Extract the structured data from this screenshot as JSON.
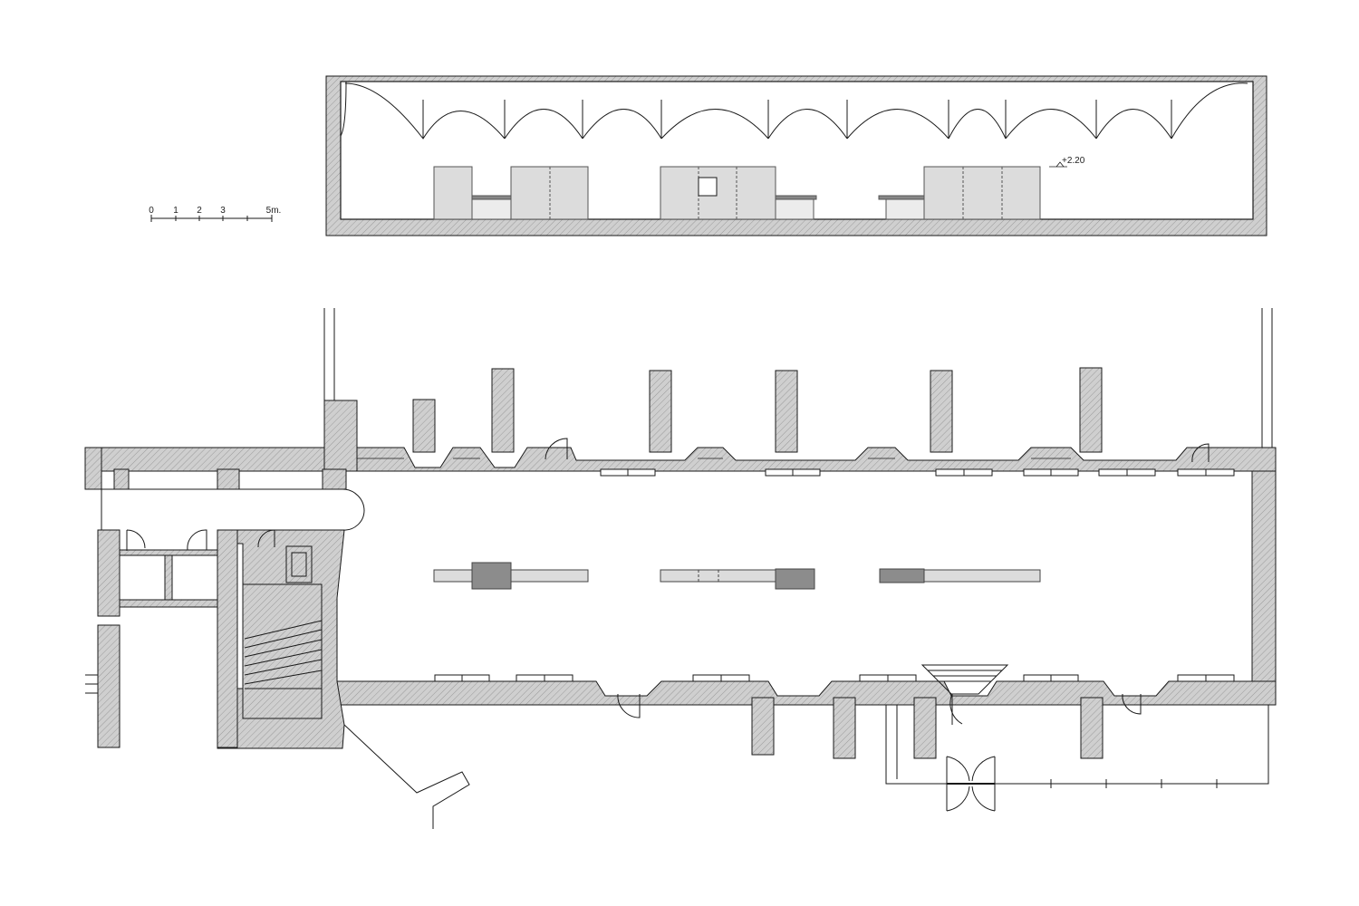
{
  "scale_bar": {
    "labels": [
      "0",
      "1",
      "2",
      "3",
      "5m."
    ]
  },
  "section": {
    "level_mark": "+2.20"
  },
  "colors": {
    "wall_fill": "#c9c9c9",
    "wall_stroke": "#1a1a1a",
    "hatch": "#8a8a8a",
    "panel_light": "#dcdcdc",
    "panel_dark": "#8c8c8c",
    "line": "#1a1a1a"
  }
}
